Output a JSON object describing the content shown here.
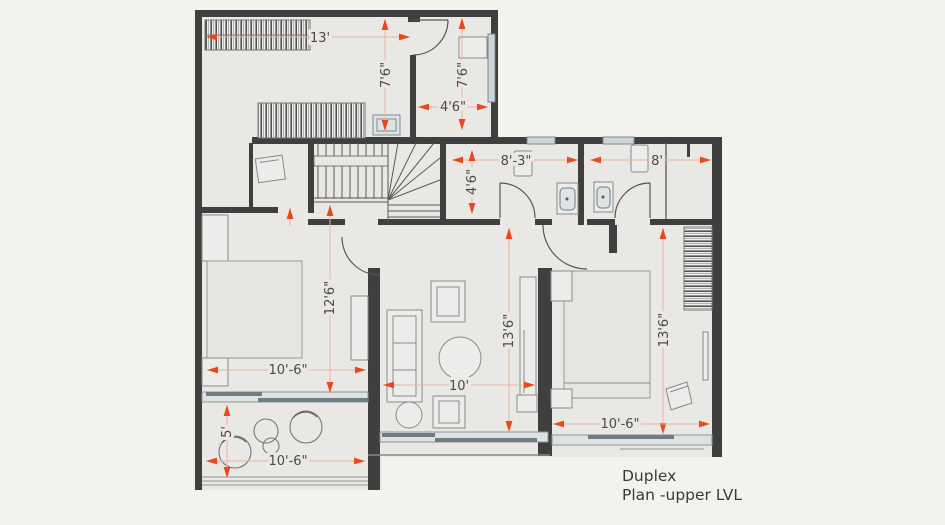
{
  "title": {
    "line1": "Duplex",
    "line2": "Plan -upper LVL"
  },
  "dimensions": {
    "closet_width": "13'",
    "corridor_depth": "7'6\"",
    "foyer_depth": "7'6\"",
    "foyer_width": "4'6\"",
    "bath1_width": "8'-3\"",
    "bath1_depth": "4'6\"",
    "bath2_width": "8'",
    "bedroom_left_length": "12'6\"",
    "bedroom_left_width": "10'-6\"",
    "living_length": "13'6\"",
    "living_width": "10'",
    "bedroom_right_length": "13'6\"",
    "bedroom_right_width": "10'-6\"",
    "balcony_depth": "5'",
    "balcony_width": "10'-6\""
  },
  "colors": {
    "background": "#f4f2ec",
    "plan_fill": "#e9e8e5",
    "wall": "#3f3f3f",
    "dimension_arrow": "#e8491b",
    "dimension_line": "#f0b2a2",
    "dimension_text": "#4a4a4a",
    "window": "#6f7d83",
    "furniture_line": "#8a8a8a",
    "title_text": "#3a3a3a"
  }
}
